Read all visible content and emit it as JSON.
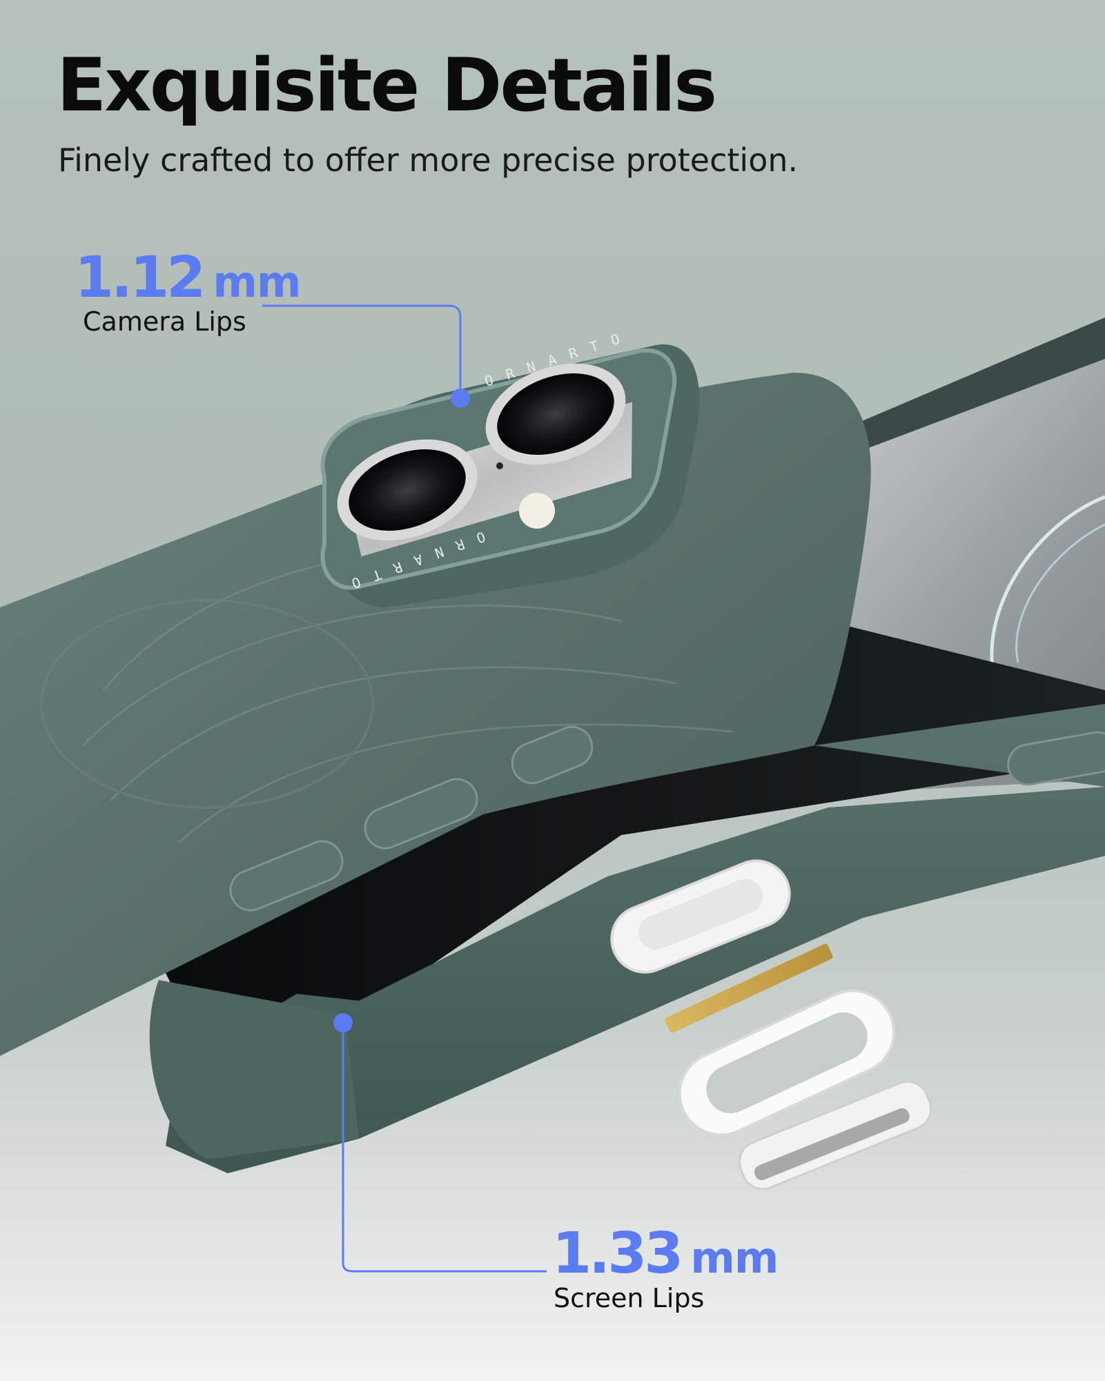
{
  "header": {
    "title": "Exquisite Details",
    "subtitle": "Finely crafted to offer more precise protection."
  },
  "callouts": {
    "camera": {
      "value": "1.12",
      "unit": "mm",
      "label": "Camera Lips"
    },
    "screen": {
      "value": "1.33",
      "unit": "mm",
      "label": "Screen Lips"
    }
  },
  "brand": {
    "engraving": "ORNARTO"
  },
  "colors": {
    "accent": "#5b7cf0",
    "case_green": "#566f6a",
    "background": "#b3beb9"
  }
}
